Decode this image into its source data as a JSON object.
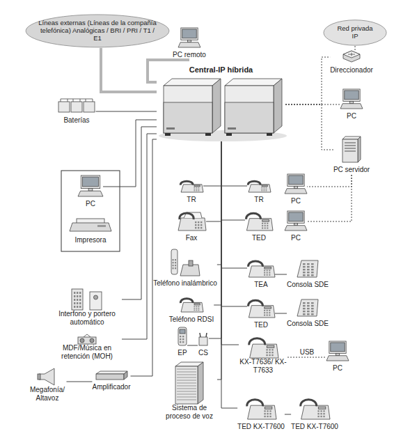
{
  "diagram": {
    "nodes": [
      {
        "text": [
          "Líneas externas (Líneas de la compañía telefónica) Analógicas / BRI / PRI / T1 / E1"
        ]
      },
      {
        "text": [
          "PC remoto"
        ]
      },
      {
        "text": [
          "Central-IP híbrida"
        ]
      },
      {
        "text": [
          "Red privada IP"
        ]
      },
      {
        "text": [
          "Direccionador"
        ]
      },
      {
        "text": [
          "PC"
        ]
      },
      {
        "text": [
          "PC servidor"
        ]
      },
      {
        "text": [
          "Baterías"
        ]
      },
      {
        "text": [
          "PC"
        ]
      },
      {
        "text": [
          "Impresora"
        ]
      },
      {
        "text": [
          "Interfono y portero automático"
        ]
      },
      {
        "text": [
          "MDF/Música en retención (MOH)"
        ]
      },
      {
        "text": [
          "Megafonía/ Altavoz"
        ]
      },
      {
        "text": [
          "Amplificador"
        ]
      },
      {
        "text": [
          "TR"
        ]
      },
      {
        "text": [
          "TR"
        ]
      },
      {
        "text": [
          "PC"
        ]
      },
      {
        "text": [
          "Fax"
        ]
      },
      {
        "text": [
          "TED"
        ]
      },
      {
        "text": [
          "PC"
        ]
      },
      {
        "text": [
          "Teléfono inalámbrico"
        ]
      },
      {
        "text": [
          "TEA"
        ]
      },
      {
        "text": [
          "Consola SDE"
        ]
      },
      {
        "text": [
          "Teléfono RDSI"
        ]
      },
      {
        "text": [
          "TED"
        ]
      },
      {
        "text": [
          "Consola SDE"
        ]
      },
      {
        "text": [
          "EP"
        ]
      },
      {
        "text": [
          "CS"
        ]
      },
      {
        "text": [
          "KX-T7636/ KX-T7633"
        ]
      },
      {
        "text": [
          "PC"
        ]
      },
      {
        "text": [
          "Sistema de proceso de voz"
        ]
      },
      {
        "text": [
          "TED KX-T7600"
        ]
      },
      {
        "text": [
          "TED KX-T7600"
        ]
      }
    ],
    "edges": [
      {
        "from": 0,
        "to": 2,
        "arrow": "none"
      },
      {
        "from": 1,
        "to": 2,
        "arrow": "none"
      },
      {
        "from": 2,
        "to": 4,
        "arrow": "none"
      },
      {
        "from": 2,
        "to": 5,
        "arrow": "none"
      },
      {
        "from": 2,
        "to": 6,
        "arrow": "none"
      },
      {
        "from": 4,
        "to": 3,
        "arrow": "none"
      },
      {
        "from": 6,
        "to": 16,
        "arrow": "none"
      },
      {
        "from": 6,
        "to": 19,
        "arrow": "none"
      },
      {
        "from": 2,
        "to": 7,
        "arrow": "none"
      },
      {
        "from": 2,
        "to": 8,
        "arrow": "none"
      },
      {
        "from": 2,
        "to": 10,
        "arrow": "none"
      },
      {
        "from": 2,
        "to": 11,
        "arrow": "none"
      },
      {
        "from": 2,
        "to": 13,
        "arrow": "none"
      },
      {
        "from": 12,
        "to": 13,
        "arrow": "none"
      },
      {
        "from": 2,
        "to": 14,
        "arrow": "none"
      },
      {
        "from": 2,
        "to": 15,
        "arrow": "none"
      },
      {
        "from": 2,
        "to": 17,
        "arrow": "none"
      },
      {
        "from": 2,
        "to": 18,
        "arrow": "none"
      },
      {
        "from": 2,
        "to": 20,
        "arrow": "none"
      },
      {
        "from": 2,
        "to": 21,
        "arrow": "none"
      },
      {
        "from": 2,
        "to": 23,
        "arrow": "none"
      },
      {
        "from": 2,
        "to": 24,
        "arrow": "none"
      },
      {
        "from": 26,
        "to": 27,
        "arrow": "none"
      },
      {
        "from": 2,
        "to": 27,
        "arrow": "none"
      },
      {
        "from": 2,
        "to": 28,
        "arrow": "none"
      },
      {
        "from": 28,
        "to": 29,
        "label": "USB",
        "arrow": "none"
      },
      {
        "from": 2,
        "to": 30,
        "arrow": "none"
      },
      {
        "from": 2,
        "to": 31,
        "arrow": "none"
      },
      {
        "from": 31,
        "to": 32,
        "arrow": "none"
      },
      {
        "from": 21,
        "to": 22,
        "arrow": "none"
      },
      {
        "from": 24,
        "to": 25,
        "arrow": "none"
      }
    ]
  }
}
